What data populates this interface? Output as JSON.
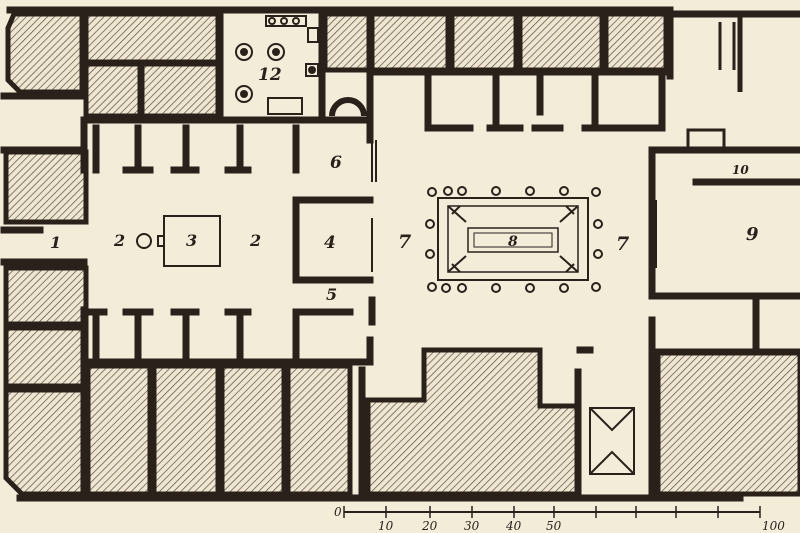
{
  "rooms": {
    "r1": "1",
    "r2a": "2",
    "r2b": "2",
    "r3": "3",
    "r4": "4",
    "r5": "5",
    "r6": "6",
    "r7a": "7",
    "r7b": "7",
    "r8": "8",
    "r9": "9",
    "r10": "10",
    "r12": "12"
  },
  "scale": {
    "ticks": [
      "10",
      "20",
      "30",
      "40",
      "50",
      "100"
    ],
    "zero": "0"
  },
  "colors": {
    "paper": "#f3ecd9",
    "ink": "#2a211b",
    "hatch": "#5a4d42"
  }
}
